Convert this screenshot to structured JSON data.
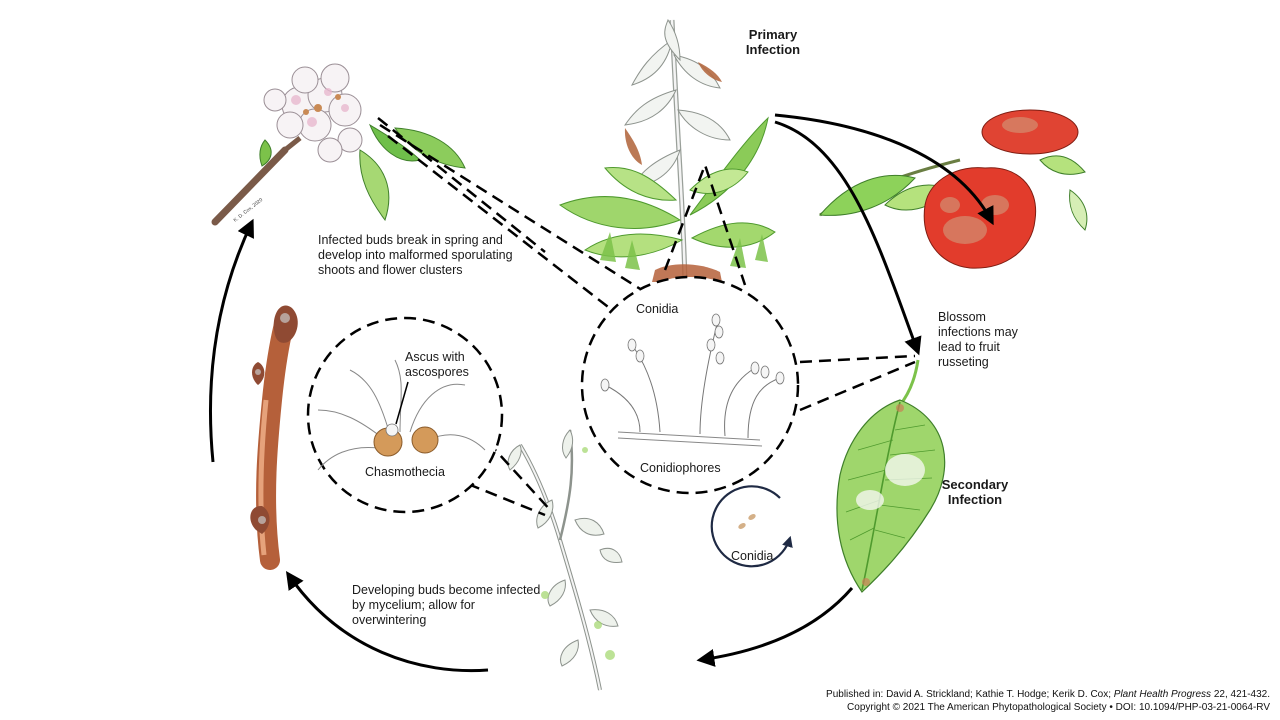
{
  "labels": {
    "primary_infection": "Primary Infection",
    "secondary_infection": "Secondary Infection",
    "infected_buds": "Infected buds break in spring and develop into malformed sporulating shoots and flower clusters",
    "blossom_infections": "Blossom infections may lead to fruit russeting",
    "developing_buds": "Developing buds become infected by mycelium; allow for overwintering",
    "conidia_top": "Conidia",
    "conidiophores": "Conidiophores",
    "ascus": "Ascus with ascospores",
    "chasmothecia": "Chasmothecia",
    "conidia_cycle": "Conidia"
  },
  "citation": {
    "prefix": "Published in: David A. Strickland; Kathie T. Hodge; Kerik D. Cox; ",
    "journal": "Plant Health Progress",
    "suffix": " 22, 421-432.",
    "line2": "Copyright © 2021 The American Phytopathological Society • DOI: 10.1094/PHP-03-21-0064-RV"
  },
  "artist_signature": "K. D. Cox, 2020",
  "colors": {
    "arrow": "#000000",
    "leaf_green": "#7cc24a",
    "leaf_dark": "#4f9a2e",
    "fruit_red": "#e03a2e",
    "bud_brown": "#b5603a",
    "cycle_circle": "#1f2a44"
  }
}
